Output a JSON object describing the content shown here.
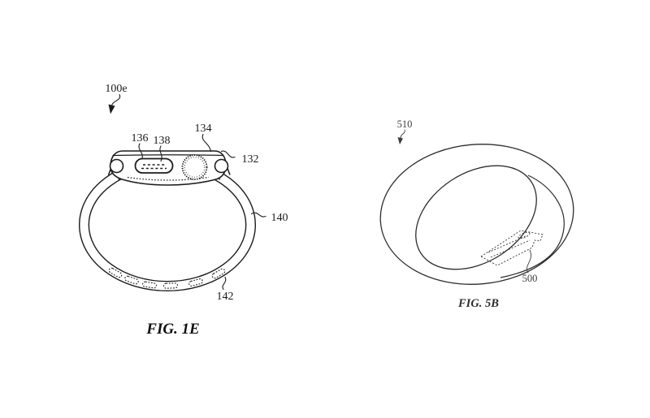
{
  "page": {
    "background_color": "#ffffff",
    "ink_color": "#1c1c1c"
  },
  "figure_1e": {
    "caption": "FIG. 1E",
    "labels": {
      "device": "100e",
      "speaker_port": "136",
      "speaker_mesh": "138",
      "top_cover": "134",
      "housing": "132",
      "band": "140",
      "band_sensors": "142"
    }
  },
  "figure_5b": {
    "caption": "FIG. 5B",
    "labels": {
      "ring_device": "510",
      "sensor_patch": "500"
    }
  }
}
